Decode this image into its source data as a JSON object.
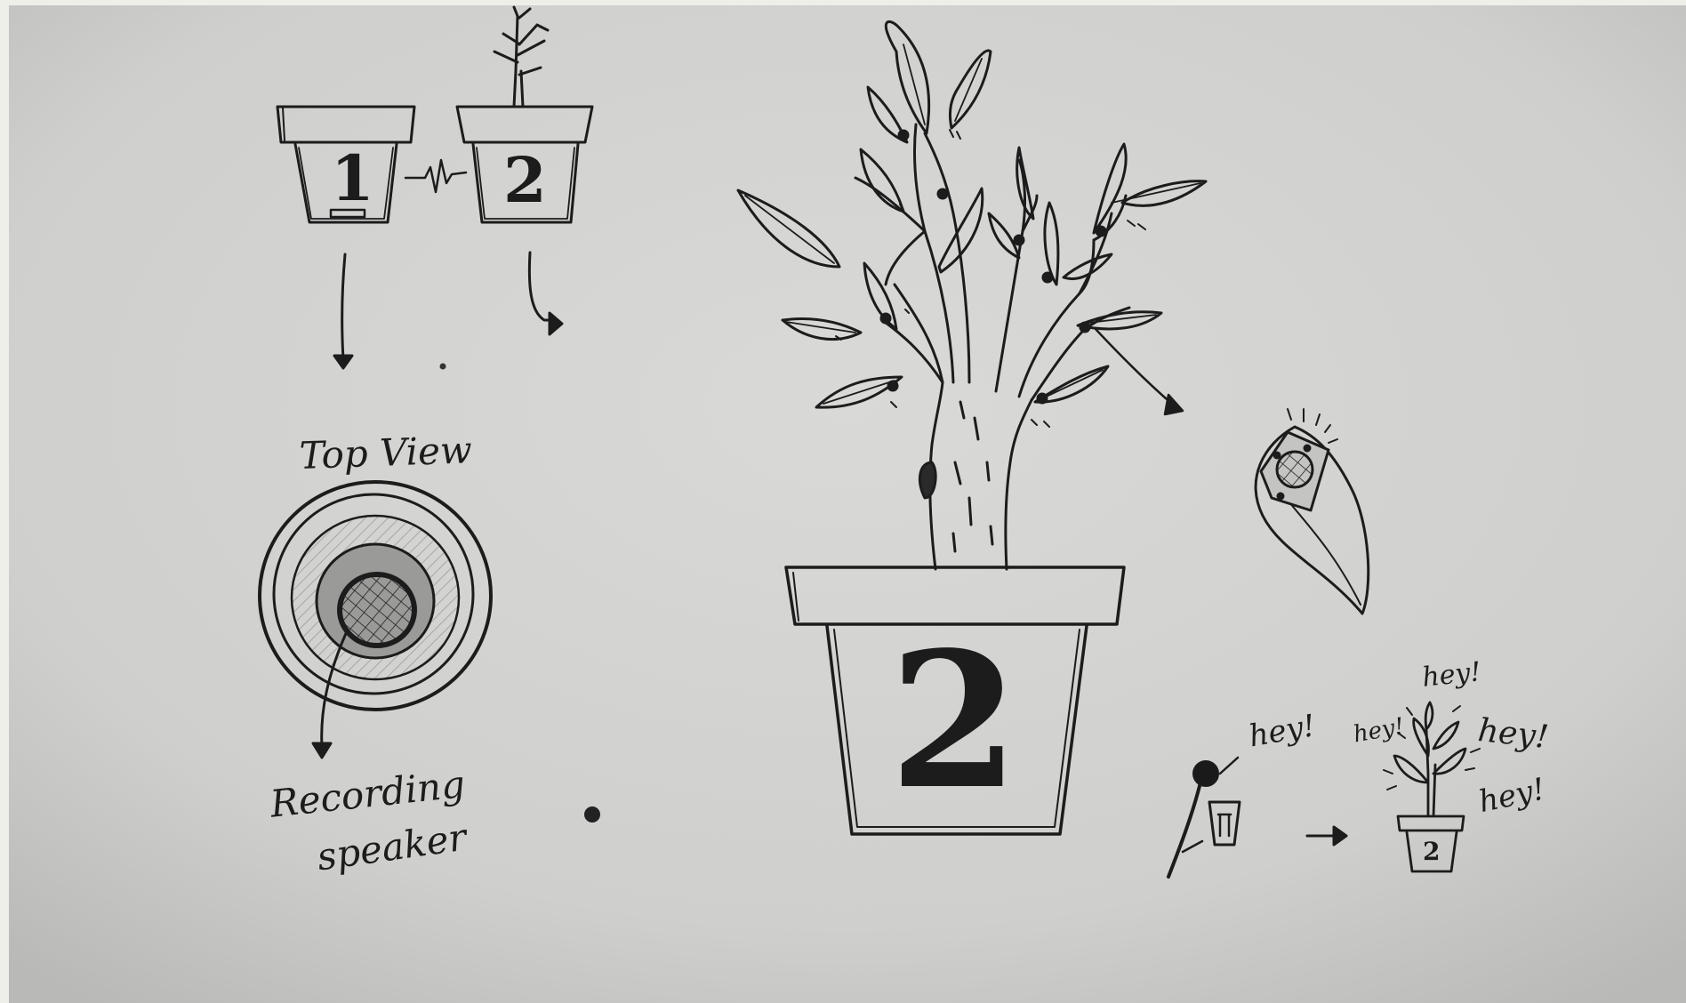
{
  "labels": {
    "top_view": "Top View",
    "recording": "Recording",
    "speaker": "speaker",
    "hey_1": "hey!",
    "hey_2": "hey!",
    "hey_3": "hey!",
    "hey_4": "hey!",
    "hey_5": "hey!"
  },
  "pot_numbers": {
    "small_pot_1": "1",
    "small_pot_2": "2",
    "large_pot": "2",
    "tiny_pot": "2"
  },
  "colors": {
    "paper": "#d2d2d0",
    "paper_edge": "#efefe9",
    "pencil": "#1c1c1c"
  }
}
